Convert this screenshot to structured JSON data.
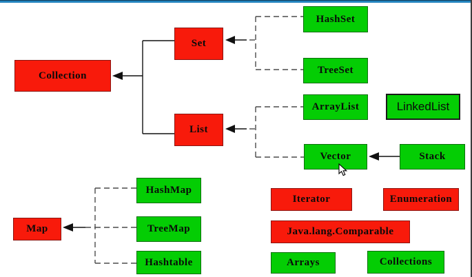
{
  "colors": {
    "node_red": "#f81a0b",
    "node_green": "#04cd04",
    "topbar_blue": "#2484be",
    "solid_line": "#111111",
    "dashed_line": "#4a4a4a"
  },
  "topbar": {
    "name": "window-top-border"
  },
  "diagram": {
    "nodes": [
      {
        "id": "collection",
        "label": "Collection",
        "color": "red"
      },
      {
        "id": "set",
        "label": "Set",
        "color": "red"
      },
      {
        "id": "list",
        "label": "List",
        "color": "red"
      },
      {
        "id": "hashset",
        "label": "HashSet",
        "color": "green"
      },
      {
        "id": "treeset",
        "label": "TreeSet",
        "color": "green"
      },
      {
        "id": "arraylist",
        "label": "ArrayList",
        "color": "green"
      },
      {
        "id": "linkedlist",
        "label": "LinkedList",
        "color": "green"
      },
      {
        "id": "vector",
        "label": "Vector",
        "color": "green"
      },
      {
        "id": "stack",
        "label": "Stack",
        "color": "green"
      },
      {
        "id": "map",
        "label": "Map",
        "color": "red"
      },
      {
        "id": "hashmap",
        "label": "HashMap",
        "color": "green"
      },
      {
        "id": "treemap",
        "label": "TreeMap",
        "color": "green"
      },
      {
        "id": "hashtable",
        "label": "Hashtable",
        "color": "green"
      },
      {
        "id": "iterator",
        "label": "Iterator",
        "color": "red"
      },
      {
        "id": "enumeration",
        "label": "Enumeration",
        "color": "red"
      },
      {
        "id": "comparable",
        "label": "Java.lang.Comparable",
        "color": "red"
      },
      {
        "id": "arrays",
        "label": "Arrays",
        "color": "green"
      },
      {
        "id": "collections",
        "label": "Collections",
        "color": "green"
      }
    ],
    "edges": [
      {
        "from": "Set",
        "to": "Collection",
        "style": "solid-arrow"
      },
      {
        "from": "List",
        "to": "Collection",
        "style": "solid-arrow"
      },
      {
        "from": "HashSet",
        "to": "Set",
        "style": "dashed-arrow"
      },
      {
        "from": "TreeSet",
        "to": "Set",
        "style": "dashed-arrow"
      },
      {
        "from": "ArrayList",
        "to": "List",
        "style": "dashed-arrow"
      },
      {
        "from": "Vector",
        "to": "List",
        "style": "dashed-arrow"
      },
      {
        "from": "Stack",
        "to": "Vector",
        "style": "solid-arrow"
      },
      {
        "from": "HashMap",
        "to": "Map",
        "style": "dashed-arrow"
      },
      {
        "from": "TreeMap",
        "to": "Map",
        "style": "dashed-arrow"
      },
      {
        "from": "Hashtable",
        "to": "Map",
        "style": "dashed-arrow"
      }
    ]
  }
}
